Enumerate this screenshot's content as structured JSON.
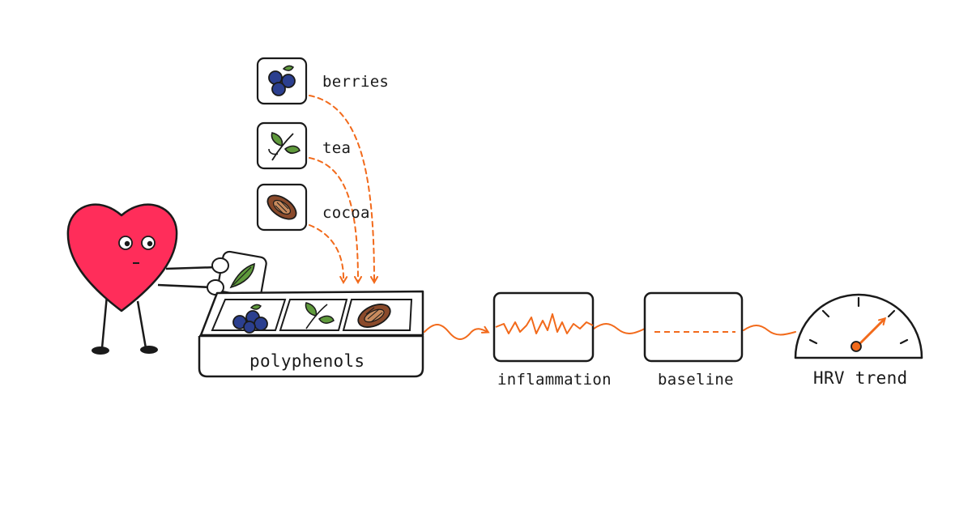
{
  "sources": [
    {
      "label": "berries",
      "icon": "blueberries-icon"
    },
    {
      "label": "tea",
      "icon": "tea-leaves-icon"
    },
    {
      "label": "cocoa",
      "icon": "cocoa-pod-icon"
    }
  ],
  "tray": {
    "label": "polyphenols"
  },
  "stages": {
    "inflammation": "inflammation",
    "baseline": "baseline",
    "gauge": "HRV trend"
  },
  "colors": {
    "heart": "#ff2d5a",
    "arrow": "#f26a1b",
    "ink": "#1a1a1a",
    "blueberry": "#2b3f8f",
    "leaf": "#5f9a3c",
    "cocoa": "#8a4a2b"
  }
}
